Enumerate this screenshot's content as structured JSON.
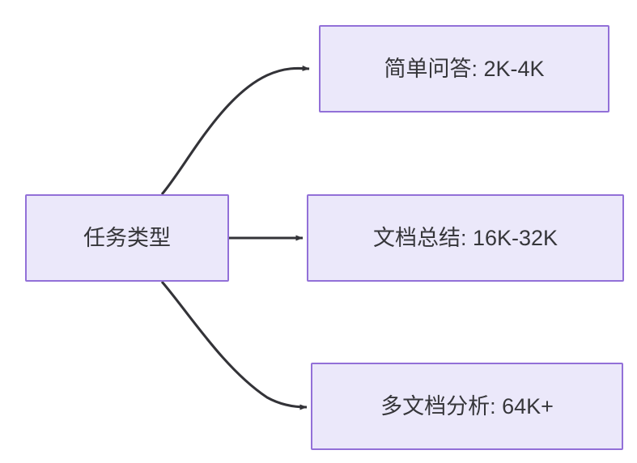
{
  "diagram": {
    "type": "flowchart",
    "direction": "left-to-right",
    "background_color": "#ffffff",
    "node_style": {
      "fill": "#ebe8fa",
      "border": "#9270d8",
      "text": "#36363a"
    },
    "edge_style": {
      "stroke": "#333338",
      "arrowhead": "solid-triangle"
    },
    "nodes": [
      {
        "id": "source",
        "label": "任务类型",
        "role": "root"
      },
      {
        "id": "task-qa",
        "label": "简单问答: 2K-4K",
        "role": "leaf"
      },
      {
        "id": "task-summary",
        "label": "文档总结: 16K-32K",
        "role": "leaf"
      },
      {
        "id": "task-multidoc",
        "label": "多文档分析: 64K+",
        "role": "leaf"
      }
    ],
    "edges": [
      {
        "id": "edge-source-qa",
        "from": "source",
        "to": "task-qa",
        "shape": "curved"
      },
      {
        "id": "edge-source-summary",
        "from": "source",
        "to": "task-summary",
        "shape": "straight"
      },
      {
        "id": "edge-source-multidoc",
        "from": "source",
        "to": "task-multidoc",
        "shape": "curved"
      }
    ]
  }
}
